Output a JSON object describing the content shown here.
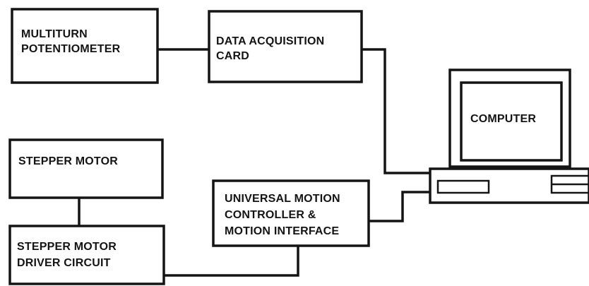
{
  "diagram": {
    "blocks": {
      "potentiometer": {
        "line1": "MULTITURN",
        "line2": "POTENTIOMETER"
      },
      "daq": {
        "line1": "DATA ACQUISITION",
        "line2": "CARD"
      },
      "computer": {
        "label": "COMPUTER"
      },
      "stepper_motor": {
        "label": "STEPPER MOTOR"
      },
      "motion_controller": {
        "line1": "UNIVERSAL MOTION",
        "line2": "CONTROLLER &",
        "line3": "MOTION INTERFACE"
      },
      "driver_circuit": {
        "line1": "STEPPER MOTOR",
        "line2": "DRIVER CIRCUIT"
      }
    },
    "connections": [
      {
        "from": "potentiometer",
        "to": "daq"
      },
      {
        "from": "daq",
        "to": "computer"
      },
      {
        "from": "stepper_motor",
        "to": "driver_circuit"
      },
      {
        "from": "driver_circuit",
        "to": "motion_controller"
      },
      {
        "from": "motion_controller",
        "to": "computer"
      }
    ],
    "colors": {
      "stroke": "#141414",
      "background": "#ffffff"
    }
  }
}
